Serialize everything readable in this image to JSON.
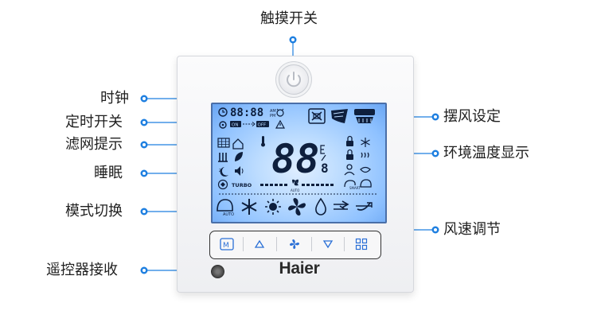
{
  "labels": {
    "touch_switch": "触摸开关",
    "clock": "时钟",
    "timer_switch": "定时开关",
    "filter_reminder": "滤网提示",
    "sleep": "睡眠",
    "mode_switch": "模式切换",
    "remote_receiver": "遥控器接收",
    "swing_setting": "摆风设定",
    "ambient_temp_display": "环境温度显示",
    "fan_speed_adjust": "风速调节"
  },
  "brand": "Haier",
  "lcd": {
    "time": "88:88",
    "am": "AM",
    "pm": "PM",
    "on": "ON",
    "off": "OFF",
    "temperature": "88",
    "temp_decimal": "8",
    "mode_auto": "AUTO",
    "turbo": "TURBO",
    "fan_auto": "AUTO",
    "smart": "SMART"
  },
  "buttons": [
    "mode-button",
    "up-button",
    "fan-button",
    "down-button",
    "menu-button"
  ],
  "colors": {
    "accent": "#2a6fd6",
    "lcd_bg": "#9ccaff",
    "lcd_ink": "#0e1f3d",
    "line": "#1e7fe0"
  }
}
